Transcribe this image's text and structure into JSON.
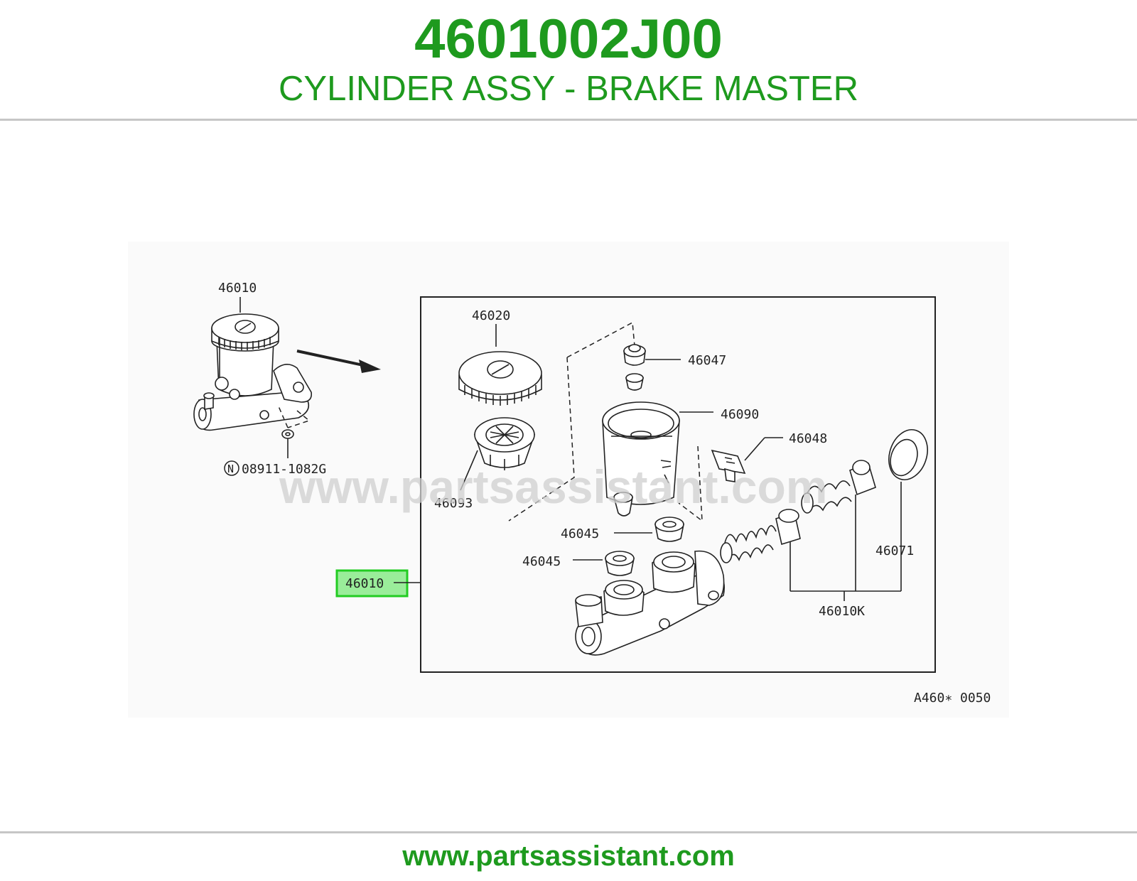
{
  "header": {
    "part_number": "4601002J00",
    "part_description": "CYLINDER ASSY - BRAKE MASTER"
  },
  "diagram": {
    "labels": {
      "c46010_top": "46010",
      "c08911": "08911-1082G",
      "c46020": "46020",
      "c46047": "46047",
      "c46090": "46090",
      "c46048": "46048",
      "c46093": "46093",
      "c46045_a": "46045",
      "c46045_b": "46045",
      "c46071": "46071",
      "c46010k": "46010K",
      "c46010_highlight": "46010",
      "ref_code": "A460∗ 0050"
    },
    "circle_marker": "N",
    "watermark": "www.partsassistant.com",
    "highlight_color": "#33dd33"
  },
  "footer": {
    "url": "www.partsassistant.com"
  },
  "colors": {
    "brand_green": "#1e9a1e",
    "divider": "#c6c6c6"
  }
}
